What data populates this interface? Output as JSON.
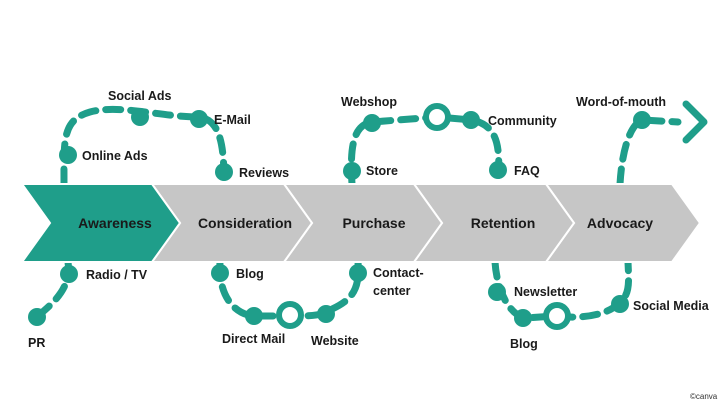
{
  "colors": {
    "accent": "#1f9e8a",
    "stage_gray": "#c6c6c6",
    "text": "#1a1a1a",
    "background": "#ffffff"
  },
  "stages": [
    {
      "label": "Awareness",
      "highlighted": true
    },
    {
      "label": "Consideration",
      "highlighted": false
    },
    {
      "label": "Purchase",
      "highlighted": false
    },
    {
      "label": "Retention",
      "highlighted": false
    },
    {
      "label": "Advocacy",
      "highlighted": false
    }
  ],
  "touchpoints": {
    "social_ads": "Social Ads",
    "online_ads": "Online Ads",
    "email": "E-Mail",
    "reviews": "Reviews",
    "radio_tv": "Radio / TV",
    "pr": "PR",
    "blog_consideration": "Blog",
    "direct_mail": "Direct Mail",
    "website": "Website",
    "contact_center_1": "Contact-",
    "contact_center_2": "center",
    "webshop": "Webshop",
    "store": "Store",
    "community": "Community",
    "faq": "FAQ",
    "newsletter": "Newsletter",
    "blog_retention": "Blog",
    "social_media": "Social Media",
    "word_of_mouth": "Word-of-mouth"
  },
  "credit": "©canva"
}
